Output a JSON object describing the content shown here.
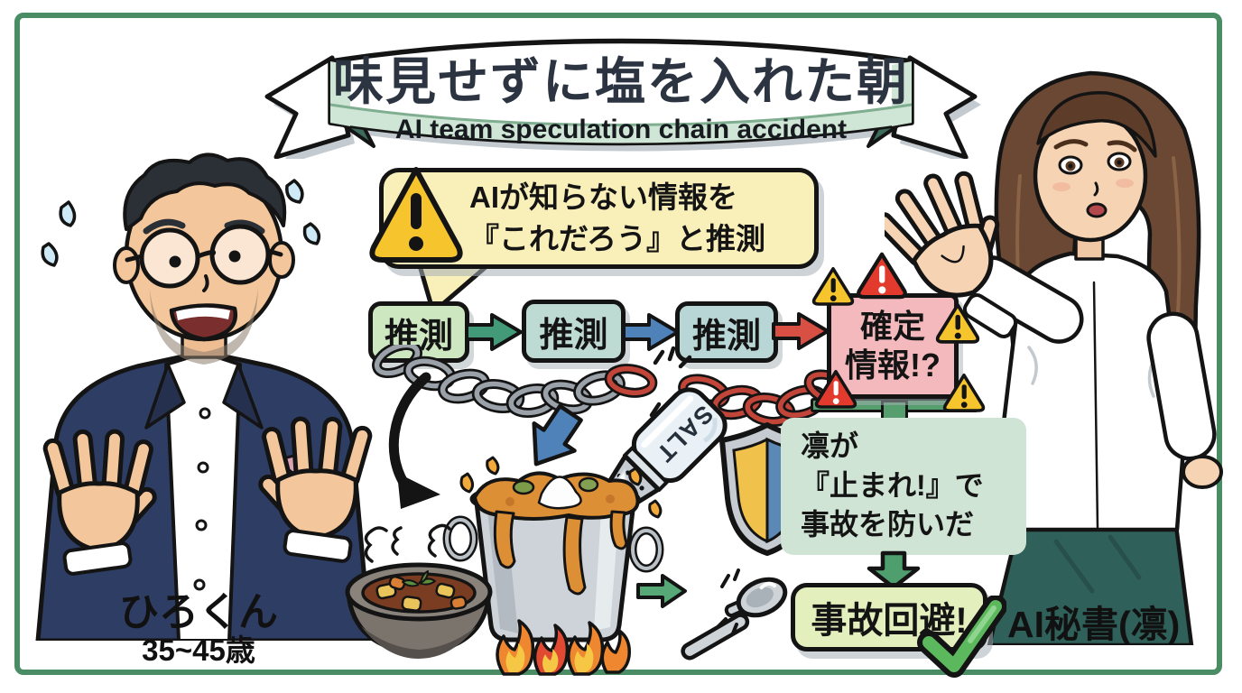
{
  "banner": {
    "title": "味見せずに塩を入れた朝",
    "subtitle": "AI team speculation chain accident"
  },
  "warning_bubble": {
    "line1": "AIが知らない情報を",
    "line2": "『これだろう』と推測"
  },
  "flow": {
    "step1": "推測",
    "step2": "推測",
    "step3": "推測",
    "result": {
      "line1": "確定",
      "line2": "情報!?"
    }
  },
  "rescue": {
    "line1": "凛が",
    "line2": "『止まれ!』で",
    "line3": "事故を防いだ"
  },
  "outcome": {
    "label": "事故回避!"
  },
  "characters": {
    "hiro": {
      "name": "ひろくん",
      "age": "35~45歳"
    },
    "rin": {
      "name": "AI秘書(凛)"
    }
  },
  "salt_shaker_label": "SALT",
  "colors": {
    "frame_green": "#4a8c64",
    "banner_mint": "#cfe5d6",
    "bubble_yellow": "#f9efb9",
    "triangle_yellow": "#f6c52e",
    "triangle_red": "#e23b2e",
    "step_green": "#cde7c0",
    "step_teal": "#bedbd3",
    "arrow_green": "#439a78",
    "arrow_blue": "#4e82b8",
    "arrow_red": "#d85043",
    "sign_pink": "#f4b9bd",
    "post_green": "#569e6d",
    "rescue_bg": "#cfe4d4",
    "outcome_bg": "#e3efbc",
    "check_green": "#5cb85c"
  }
}
